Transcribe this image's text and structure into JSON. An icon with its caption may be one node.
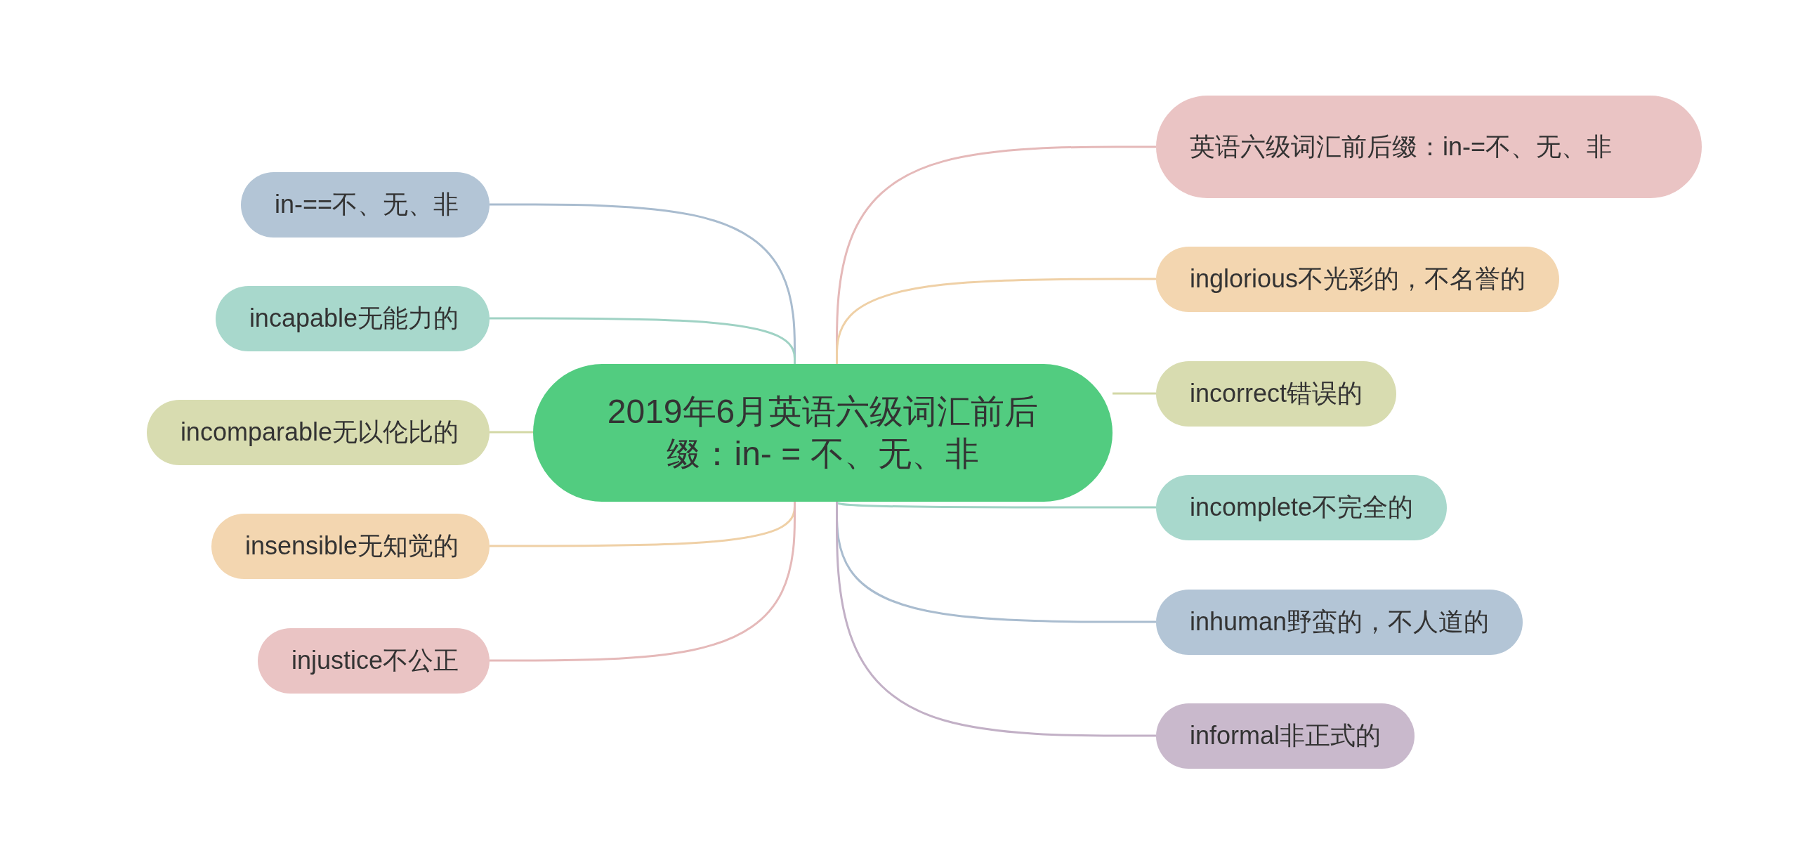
{
  "diagram": {
    "nodes": [
      {
        "text": [
          "2019年6月英语六级词汇前后缀：in- = 不、无、非"
        ]
      },
      {
        "text": [
          "in-==不、无、非"
        ]
      },
      {
        "text": [
          "incapable无能力的"
        ]
      },
      {
        "text": [
          "incomparable无以伦比的"
        ]
      },
      {
        "text": [
          "insensible无知觉的"
        ]
      },
      {
        "text": [
          "injustice不公正"
        ]
      },
      {
        "text": [
          "英语六级词汇前后缀：in-=不、无、非"
        ]
      },
      {
        "text": [
          "inglorious不光彩的，不名誉的"
        ]
      },
      {
        "text": [
          "incorrect错误的"
        ]
      },
      {
        "text": [
          "incomplete不完全的"
        ]
      },
      {
        "text": [
          "inhuman野蛮的，不人道的"
        ]
      },
      {
        "text": [
          "informal非正式的"
        ]
      }
    ],
    "edges": [
      {
        "from": 0,
        "to": 1,
        "arrow": "none",
        "color": "#a9bccf"
      },
      {
        "from": 0,
        "to": 2,
        "arrow": "none",
        "color": "#9fd2c4"
      },
      {
        "from": 0,
        "to": 3,
        "arrow": "none",
        "color": "#d3d8a6"
      },
      {
        "from": 0,
        "to": 4,
        "arrow": "none",
        "color": "#efd0a6"
      },
      {
        "from": 0,
        "to": 5,
        "arrow": "none",
        "color": "#e5b9b9"
      },
      {
        "from": 0,
        "to": 6,
        "arrow": "none",
        "color": "#e5b9b9"
      },
      {
        "from": 0,
        "to": 7,
        "arrow": "none",
        "color": "#efd0a6"
      },
      {
        "from": 0,
        "to": 8,
        "arrow": "none",
        "color": "#d3d8a6"
      },
      {
        "from": 0,
        "to": 9,
        "arrow": "none",
        "color": "#9fd2c4"
      },
      {
        "from": 0,
        "to": 10,
        "arrow": "none",
        "color": "#a9bccf"
      },
      {
        "from": 0,
        "to": 11,
        "arrow": "none",
        "color": "#c2b0c6"
      }
    ]
  }
}
